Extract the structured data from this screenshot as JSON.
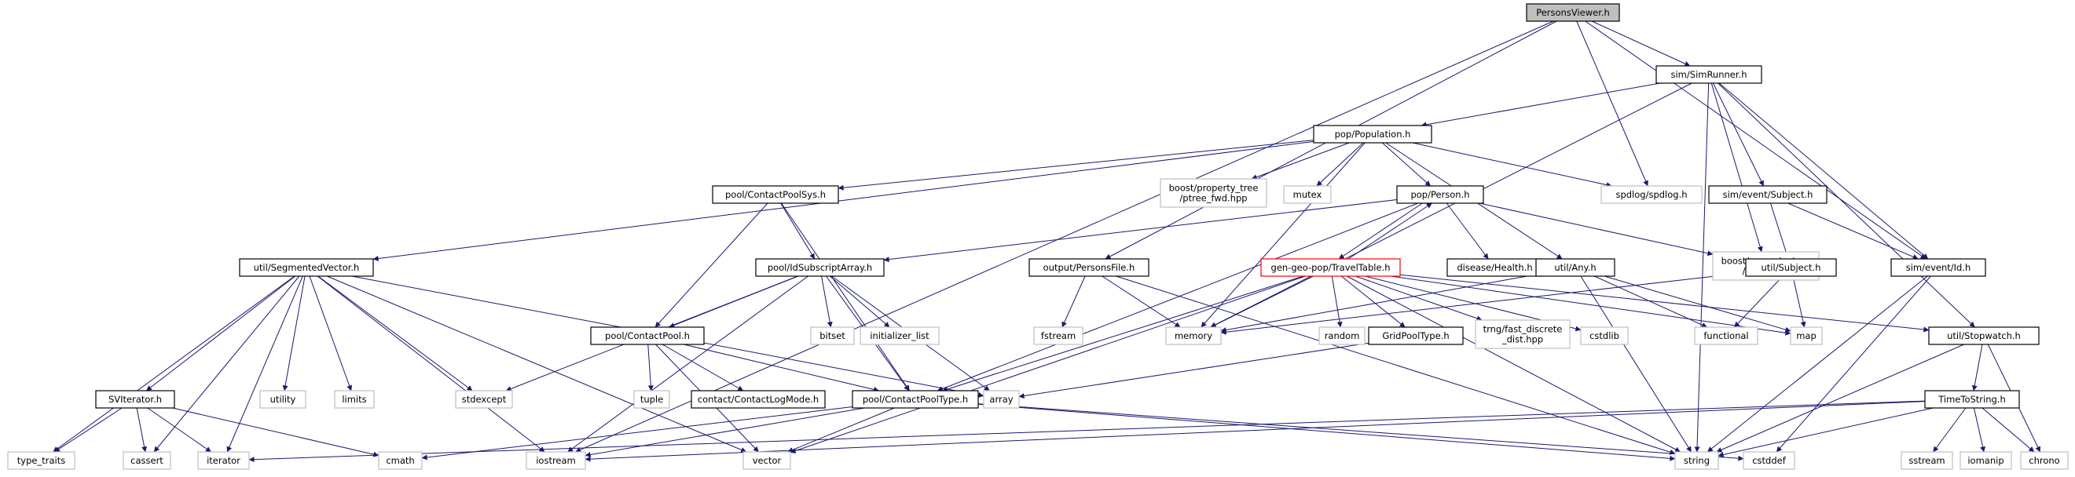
{
  "graph": {
    "title": "PersonsViewer.h",
    "colors": {
      "edge": "#191970",
      "box_border_local": "#000000",
      "box_border_external": "#bfbfbf",
      "box_border_highlight": "#ff0000",
      "root_fill": "#bfbfbf",
      "fill": "#ffffff"
    },
    "nodes": [
      {
        "id": "root",
        "label": "PersonsViewer.h",
        "kind": "root"
      },
      {
        "id": "simrunner",
        "label": "sim/SimRunner.h",
        "kind": "local"
      },
      {
        "id": "population",
        "label": "pop/Population.h",
        "kind": "local"
      },
      {
        "id": "segvec",
        "label": "util/SegmentedVector.h",
        "kind": "local"
      },
      {
        "id": "cps",
        "label": "pool/ContactPoolSys.h",
        "kind": "local"
      },
      {
        "id": "ptreefwd",
        "label": [
          "boost/property_tree",
          "/ptree_fwd.hpp"
        ],
        "kind": "external"
      },
      {
        "id": "mutex",
        "label": "mutex",
        "kind": "external"
      },
      {
        "id": "person",
        "label": "pop/Person.h",
        "kind": "local"
      },
      {
        "id": "spdlog",
        "label": "spdlog/spdlog.h",
        "kind": "external"
      },
      {
        "id": "subject",
        "label": "sim/event/Subject.h",
        "kind": "local"
      },
      {
        "id": "idsub",
        "label": "pool/IdSubscriptArray.h",
        "kind": "local"
      },
      {
        "id": "personsfile",
        "label": "output/PersonsFile.h",
        "kind": "local"
      },
      {
        "id": "travel",
        "label": "gen-geo-pop/TravelTable.h",
        "kind": "highlight"
      },
      {
        "id": "disease",
        "label": "disease/Health.h",
        "kind": "local"
      },
      {
        "id": "any",
        "label": "util/Any.h",
        "kind": "local"
      },
      {
        "id": "ptree",
        "label": [
          "boost/property_tree",
          "/ptree.hpp"
        ],
        "kind": "external"
      },
      {
        "id": "usubject",
        "label": "util/Subject.h",
        "kind": "local"
      },
      {
        "id": "eventid",
        "label": "sim/event/Id.h",
        "kind": "local"
      },
      {
        "id": "bitset",
        "label": "bitset",
        "kind": "external"
      },
      {
        "id": "initlist",
        "label": "initializer_list",
        "kind": "external"
      },
      {
        "id": "contactpool",
        "label": "pool/ContactPool.h",
        "kind": "local"
      },
      {
        "id": "fstream",
        "label": "fstream",
        "kind": "external"
      },
      {
        "id": "memory",
        "label": "memory",
        "kind": "external"
      },
      {
        "id": "random",
        "label": "random",
        "kind": "external"
      },
      {
        "id": "gridpool",
        "label": "GridPoolType.h",
        "kind": "local"
      },
      {
        "id": "trng",
        "label": [
          "trng/fast_discrete",
          "_dist.hpp"
        ],
        "kind": "external"
      },
      {
        "id": "cstdlib",
        "label": "cstdlib",
        "kind": "external"
      },
      {
        "id": "functional",
        "label": "functional",
        "kind": "external"
      },
      {
        "id": "map",
        "label": "map",
        "kind": "external"
      },
      {
        "id": "stopwatch",
        "label": "util/Stopwatch.h",
        "kind": "local"
      },
      {
        "id": "sviterator",
        "label": "SVIterator.h",
        "kind": "local"
      },
      {
        "id": "utility",
        "label": "utility",
        "kind": "external"
      },
      {
        "id": "limits",
        "label": "limits",
        "kind": "external"
      },
      {
        "id": "stdexcept",
        "label": "stdexcept",
        "kind": "external"
      },
      {
        "id": "tuple",
        "label": "tuple",
        "kind": "external"
      },
      {
        "id": "contactlog",
        "label": "contact/ContactLogMode.h",
        "kind": "local"
      },
      {
        "id": "cpt",
        "label": "pool/ContactPoolType.h",
        "kind": "local"
      },
      {
        "id": "array",
        "label": "array",
        "kind": "external"
      },
      {
        "id": "timetostring",
        "label": "TimeToString.h",
        "kind": "local"
      },
      {
        "id": "typetraits",
        "label": "type_traits",
        "kind": "external"
      },
      {
        "id": "cassert",
        "label": "cassert",
        "kind": "external"
      },
      {
        "id": "iterator",
        "label": "iterator",
        "kind": "external"
      },
      {
        "id": "cmath",
        "label": "cmath",
        "kind": "external"
      },
      {
        "id": "iostream",
        "label": "iostream",
        "kind": "external"
      },
      {
        "id": "vector",
        "label": "vector",
        "kind": "external"
      },
      {
        "id": "string",
        "label": "string",
        "kind": "external"
      },
      {
        "id": "cstddef",
        "label": "cstddef",
        "kind": "external"
      },
      {
        "id": "sstream",
        "label": "sstream",
        "kind": "external"
      },
      {
        "id": "iomanip",
        "label": "iomanip",
        "kind": "external"
      },
      {
        "id": "chrono",
        "label": "chrono",
        "kind": "external"
      }
    ],
    "edges": [
      [
        "root",
        "simrunner"
      ],
      [
        "root",
        "spdlog"
      ],
      [
        "root",
        "eventid"
      ],
      [
        "root",
        "personsfile"
      ],
      [
        "root",
        "iostream"
      ],
      [
        "simrunner",
        "population"
      ],
      [
        "simrunner",
        "memory"
      ],
      [
        "simrunner",
        "ptree"
      ],
      [
        "simrunner",
        "subject"
      ],
      [
        "simrunner",
        "eventid"
      ],
      [
        "simrunner",
        "stopwatch"
      ],
      [
        "simrunner",
        "string"
      ],
      [
        "population",
        "segvec"
      ],
      [
        "population",
        "cps"
      ],
      [
        "population",
        "ptreefwd"
      ],
      [
        "population",
        "mutex"
      ],
      [
        "population",
        "person"
      ],
      [
        "population",
        "spdlog"
      ],
      [
        "population",
        "any"
      ],
      [
        "population",
        "memory"
      ],
      [
        "cps",
        "idsub"
      ],
      [
        "cps",
        "contactpool"
      ],
      [
        "cps",
        "cpt"
      ],
      [
        "person",
        "idsub"
      ],
      [
        "person",
        "travel"
      ],
      [
        "person",
        "disease"
      ],
      [
        "person",
        "ptree"
      ],
      [
        "person",
        "cpt"
      ],
      [
        "travel",
        "person"
      ],
      [
        "travel",
        "memory"
      ],
      [
        "travel",
        "random"
      ],
      [
        "travel",
        "gridpool"
      ],
      [
        "travel",
        "trng"
      ],
      [
        "travel",
        "cstdlib"
      ],
      [
        "travel",
        "stopwatch"
      ],
      [
        "travel",
        "cpt"
      ],
      [
        "travel",
        "vector"
      ],
      [
        "travel",
        "string"
      ],
      [
        "travel",
        "map"
      ],
      [
        "subject",
        "usubject"
      ],
      [
        "subject",
        "eventid"
      ],
      [
        "usubject",
        "functional"
      ],
      [
        "usubject",
        "map"
      ],
      [
        "usubject",
        "memory"
      ],
      [
        "any",
        "memory"
      ],
      [
        "any",
        "functional"
      ],
      [
        "any",
        "map"
      ],
      [
        "any",
        "string"
      ],
      [
        "eventid",
        "string"
      ],
      [
        "personsfile",
        "fstream"
      ],
      [
        "personsfile",
        "memory"
      ],
      [
        "personsfile",
        "string"
      ],
      [
        "idsub",
        "bitset"
      ],
      [
        "idsub",
        "initlist"
      ],
      [
        "idsub",
        "contactpool"
      ],
      [
        "idsub",
        "stdexcept"
      ],
      [
        "idsub",
        "array"
      ],
      [
        "idsub",
        "iostream"
      ],
      [
        "idsub",
        "cpt"
      ],
      [
        "contactpool",
        "tuple"
      ],
      [
        "contactpool",
        "contactlog"
      ],
      [
        "contactpool",
        "cpt"
      ],
      [
        "contactpool",
        "vector"
      ],
      [
        "segvec",
        "sviterator"
      ],
      [
        "segvec",
        "utility"
      ],
      [
        "segvec",
        "limits"
      ],
      [
        "segvec",
        "stdexcept"
      ],
      [
        "segvec",
        "array"
      ],
      [
        "segvec",
        "typetraits"
      ],
      [
        "segvec",
        "cassert"
      ],
      [
        "segvec",
        "iterator"
      ],
      [
        "segvec",
        "iostream"
      ],
      [
        "segvec",
        "vector"
      ],
      [
        "sviterator",
        "typetraits"
      ],
      [
        "sviterator",
        "cassert"
      ],
      [
        "sviterator",
        "iterator"
      ],
      [
        "sviterator",
        "cmath"
      ],
      [
        "gridpool",
        "array"
      ],
      [
        "cpt",
        "iostream"
      ],
      [
        "cpt",
        "vector"
      ],
      [
        "cpt",
        "string"
      ],
      [
        "cpt",
        "cmath"
      ],
      [
        "cpt",
        "cstddef"
      ],
      [
        "stopwatch",
        "timetostring"
      ],
      [
        "stopwatch",
        "chrono"
      ],
      [
        "stopwatch",
        "string"
      ],
      [
        "timetostring",
        "iterator"
      ],
      [
        "timetostring",
        "iostream"
      ],
      [
        "timetostring",
        "sstream"
      ],
      [
        "timetostring",
        "iomanip"
      ],
      [
        "timetostring",
        "chrono"
      ],
      [
        "timetostring",
        "string"
      ],
      [
        "eventid",
        "cstddef"
      ]
    ]
  }
}
